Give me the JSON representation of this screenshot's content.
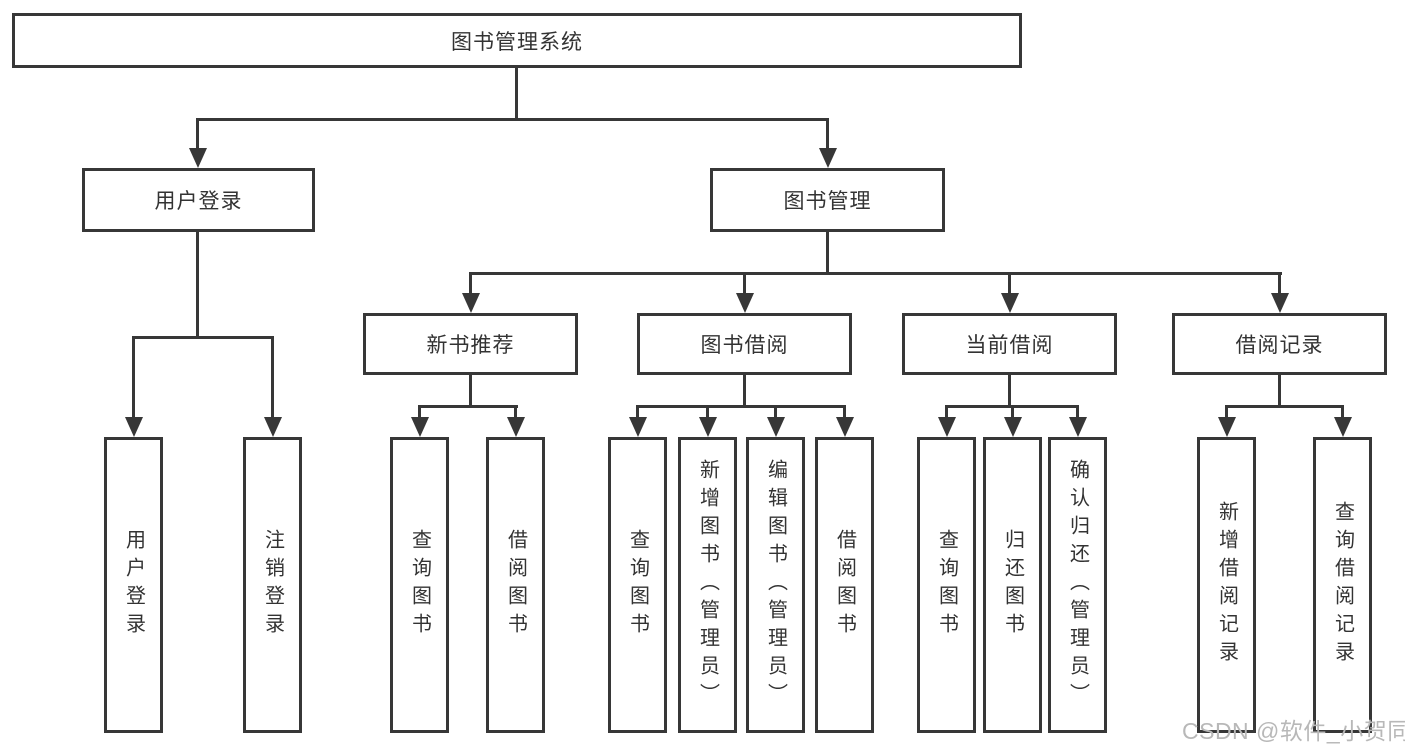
{
  "colors": {
    "line": "#373737",
    "text": "#333333",
    "watermark": "#b8b8b8",
    "background": "#ffffff"
  },
  "watermark": {
    "text": "CSDN @软件_小贺同学"
  },
  "tree": {
    "label": "图书管理系统",
    "children": [
      {
        "label": "用户登录",
        "children": [
          {
            "label": "用户登录"
          },
          {
            "label": "注销登录"
          }
        ]
      },
      {
        "label": "图书管理",
        "children": [
          {
            "label": "新书推荐",
            "children": [
              {
                "label": "查询图书"
              },
              {
                "label": "借阅图书"
              }
            ]
          },
          {
            "label": "图书借阅",
            "children": [
              {
                "label": "查询图书"
              },
              {
                "label": "新增图书（管理员）"
              },
              {
                "label": "编辑图书（管理员）"
              },
              {
                "label": "借阅图书"
              }
            ]
          },
          {
            "label": "当前借阅",
            "children": [
              {
                "label": "查询图书"
              },
              {
                "label": "归还图书"
              },
              {
                "label": "确认归还（管理员）"
              }
            ]
          },
          {
            "label": "借阅记录",
            "children": [
              {
                "label": "新增借阅记录"
              },
              {
                "label": "查询借阅记录"
              }
            ]
          }
        ]
      }
    ]
  }
}
